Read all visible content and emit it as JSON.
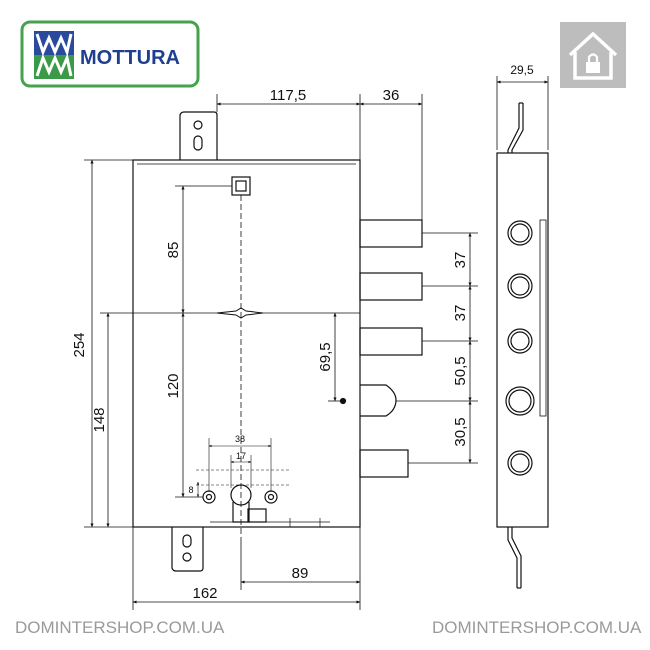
{
  "brand": {
    "name": "MOTTURA",
    "colors": {
      "blue": "#2a4b9b",
      "green": "#3a9a48",
      "border": "#45a34d"
    }
  },
  "lock_icon": {
    "icon": "house-lock-icon",
    "background": "#bdbdbd"
  },
  "dimensions": {
    "total_height": "254",
    "follower_to_bottom": "148",
    "follower_to_key": "85",
    "key_to_cylinder": "120",
    "latch_offset": "69,5",
    "case_depth": "117,5",
    "bolt_projection": "36",
    "bolt_spacing_1": "37",
    "bolt_spacing_2": "37",
    "bolt_spacing_3": "50,5",
    "bolt_spacing_4": "30,5",
    "overall_width": "162",
    "cylinder_distance": "89",
    "cylinder_width": "38",
    "cylinder_width_inner": "17",
    "cylinder_small": "8",
    "faceplate_width": "29,5"
  },
  "watermarks": {
    "left": "DOMINTERSHOP.COM.UA",
    "right": "DOMINTERSHOP.COM.UA"
  }
}
